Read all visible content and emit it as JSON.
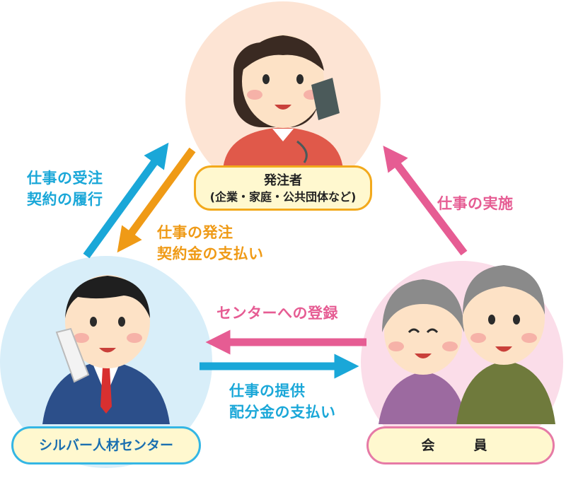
{
  "nodes": {
    "client": {
      "title": "発注者",
      "subtitle": "(企業・家庭・公共団体など)"
    },
    "center": {
      "title": "シルバー人材センター"
    },
    "member": {
      "title": "会　員"
    }
  },
  "edges": {
    "center_to_client": {
      "lines": [
        "仕事の受注",
        "契約の履行"
      ]
    },
    "client_to_center": {
      "lines": [
        "仕事の発注",
        "契約金の支払い"
      ]
    },
    "member_to_client": {
      "lines": [
        "仕事の実施"
      ]
    },
    "member_to_center": {
      "lines": [
        "センターへの登録"
      ]
    },
    "center_to_member": {
      "lines": [
        "仕事の提供",
        "配分金の支払い"
      ]
    }
  },
  "colors": {
    "cyan": "#1aa7d8",
    "orange": "#ef9a16",
    "pink": "#e65c93",
    "client_circle": "#fde4d4",
    "center_circle": "#d8eef9",
    "member_circle": "#fbdde9",
    "box_fill": "#fff8cf"
  }
}
